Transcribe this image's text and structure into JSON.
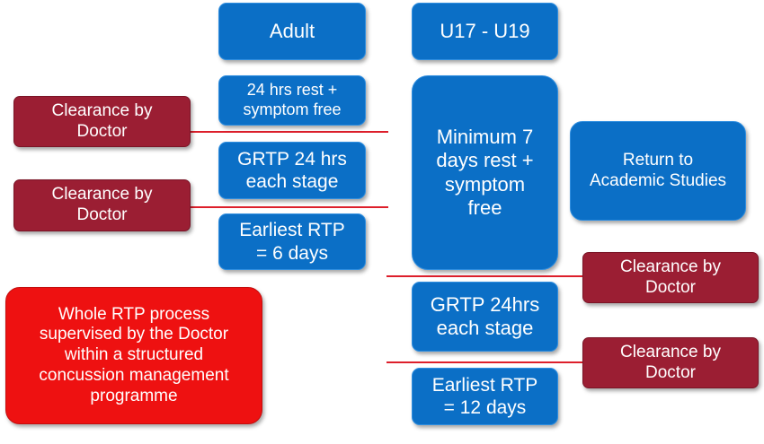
{
  "headers": {
    "adult": "Adult",
    "u17_u19": "U17 - U19"
  },
  "adult_path": {
    "rest": "24 hrs rest +\nsymptom free",
    "grtp": "GRTP 24 hrs\neach stage",
    "earliest": "Earliest RTP\n= 6 days"
  },
  "youth_path": {
    "rest": "Minimum 7\ndays rest +\nsymptom\nfree",
    "grtp": "GRTP 24hrs\neach stage",
    "earliest": "Earliest RTP\n=  12 days"
  },
  "academic": "Return to\nAcademic Studies",
  "clearance": {
    "left_1": "Clearance by\nDoctor",
    "left_2": "Clearance by\nDoctor",
    "right_1": "Clearance by\nDoctor",
    "right_2": "Clearance by\nDoctor"
  },
  "supervision_note": "Whole RTP process\nsupervised by the Doctor\nwithin a structured\nconcussion management\nprogramme",
  "colors": {
    "blue_box": "#0b6fc6",
    "clearance_box": "#9b1e33",
    "note_box": "#ee1111",
    "connector_line": "#dd1f2b"
  }
}
